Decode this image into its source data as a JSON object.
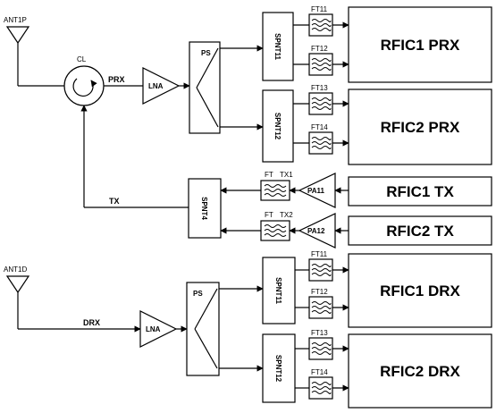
{
  "antennas": {
    "top": "ANT1P",
    "bottom": "ANT1D"
  },
  "circulator": "CL",
  "signals": {
    "prx": "PRX",
    "tx": "TX",
    "drx": "DRX"
  },
  "amps": {
    "lna_top": "LNA",
    "lna_bottom": "LNA",
    "pa11": "PA11",
    "pa12": "PA12"
  },
  "splitters": {
    "top": "PS",
    "bottom": "PS"
  },
  "switches": {
    "spnt11_top": "SPNT11",
    "spnt12_top": "SPNT12",
    "spnt4": "SPNT4",
    "spnt11_bottom": "SPNT11",
    "spnt12_bottom": "SPNT12"
  },
  "filters": {
    "ft11_top": "FT11",
    "ft12_top": "FT12",
    "ft13_top": "FT13",
    "ft14_top": "FT14",
    "ft_tx1": "FT",
    "tx1": "TX1",
    "ft_tx2": "FT",
    "tx2": "TX2",
    "ft11_bottom": "FT11",
    "ft12_bottom": "FT12",
    "ft13_bottom": "FT13",
    "ft14_bottom": "FT14"
  },
  "rfic": {
    "rfic1_prx": "RFIC1 PRX",
    "rfic2_prx": "RFIC2 PRX",
    "rfic1_tx": "RFIC1 TX",
    "rfic2_tx": "RFIC2 TX",
    "rfic1_drx": "RFIC1 DRX",
    "rfic2_drx": "RFIC2 DRX"
  }
}
